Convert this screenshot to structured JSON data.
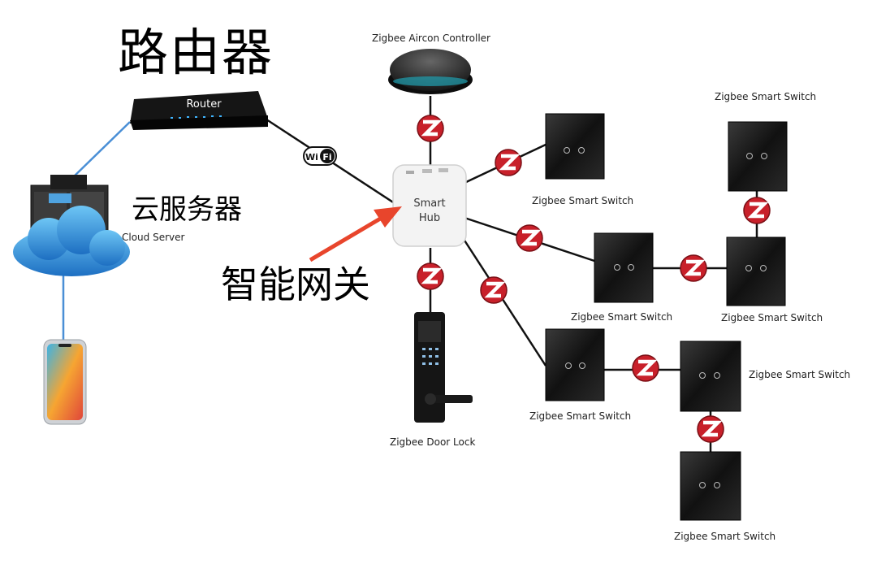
{
  "labels": {
    "router_cn": "路由器",
    "cloud_cn": "云服务器",
    "hub_cn": "智能网关",
    "router": "Router",
    "wifi_left": "Wi",
    "wifi_right": "Fi",
    "cloud_server": "Cloud Server",
    "hub_line1": "Smart",
    "hub_line2": "Hub",
    "aircon": "Zigbee Aircon Controller",
    "door_lock": "Zigbee Door Lock",
    "switch": "Zigbee Smart Switch"
  },
  "colors": {
    "zigbee_red": "#c8202a",
    "arrow": "#e8452c",
    "blue_line": "#4a8fd6",
    "black_line": "#111111"
  }
}
